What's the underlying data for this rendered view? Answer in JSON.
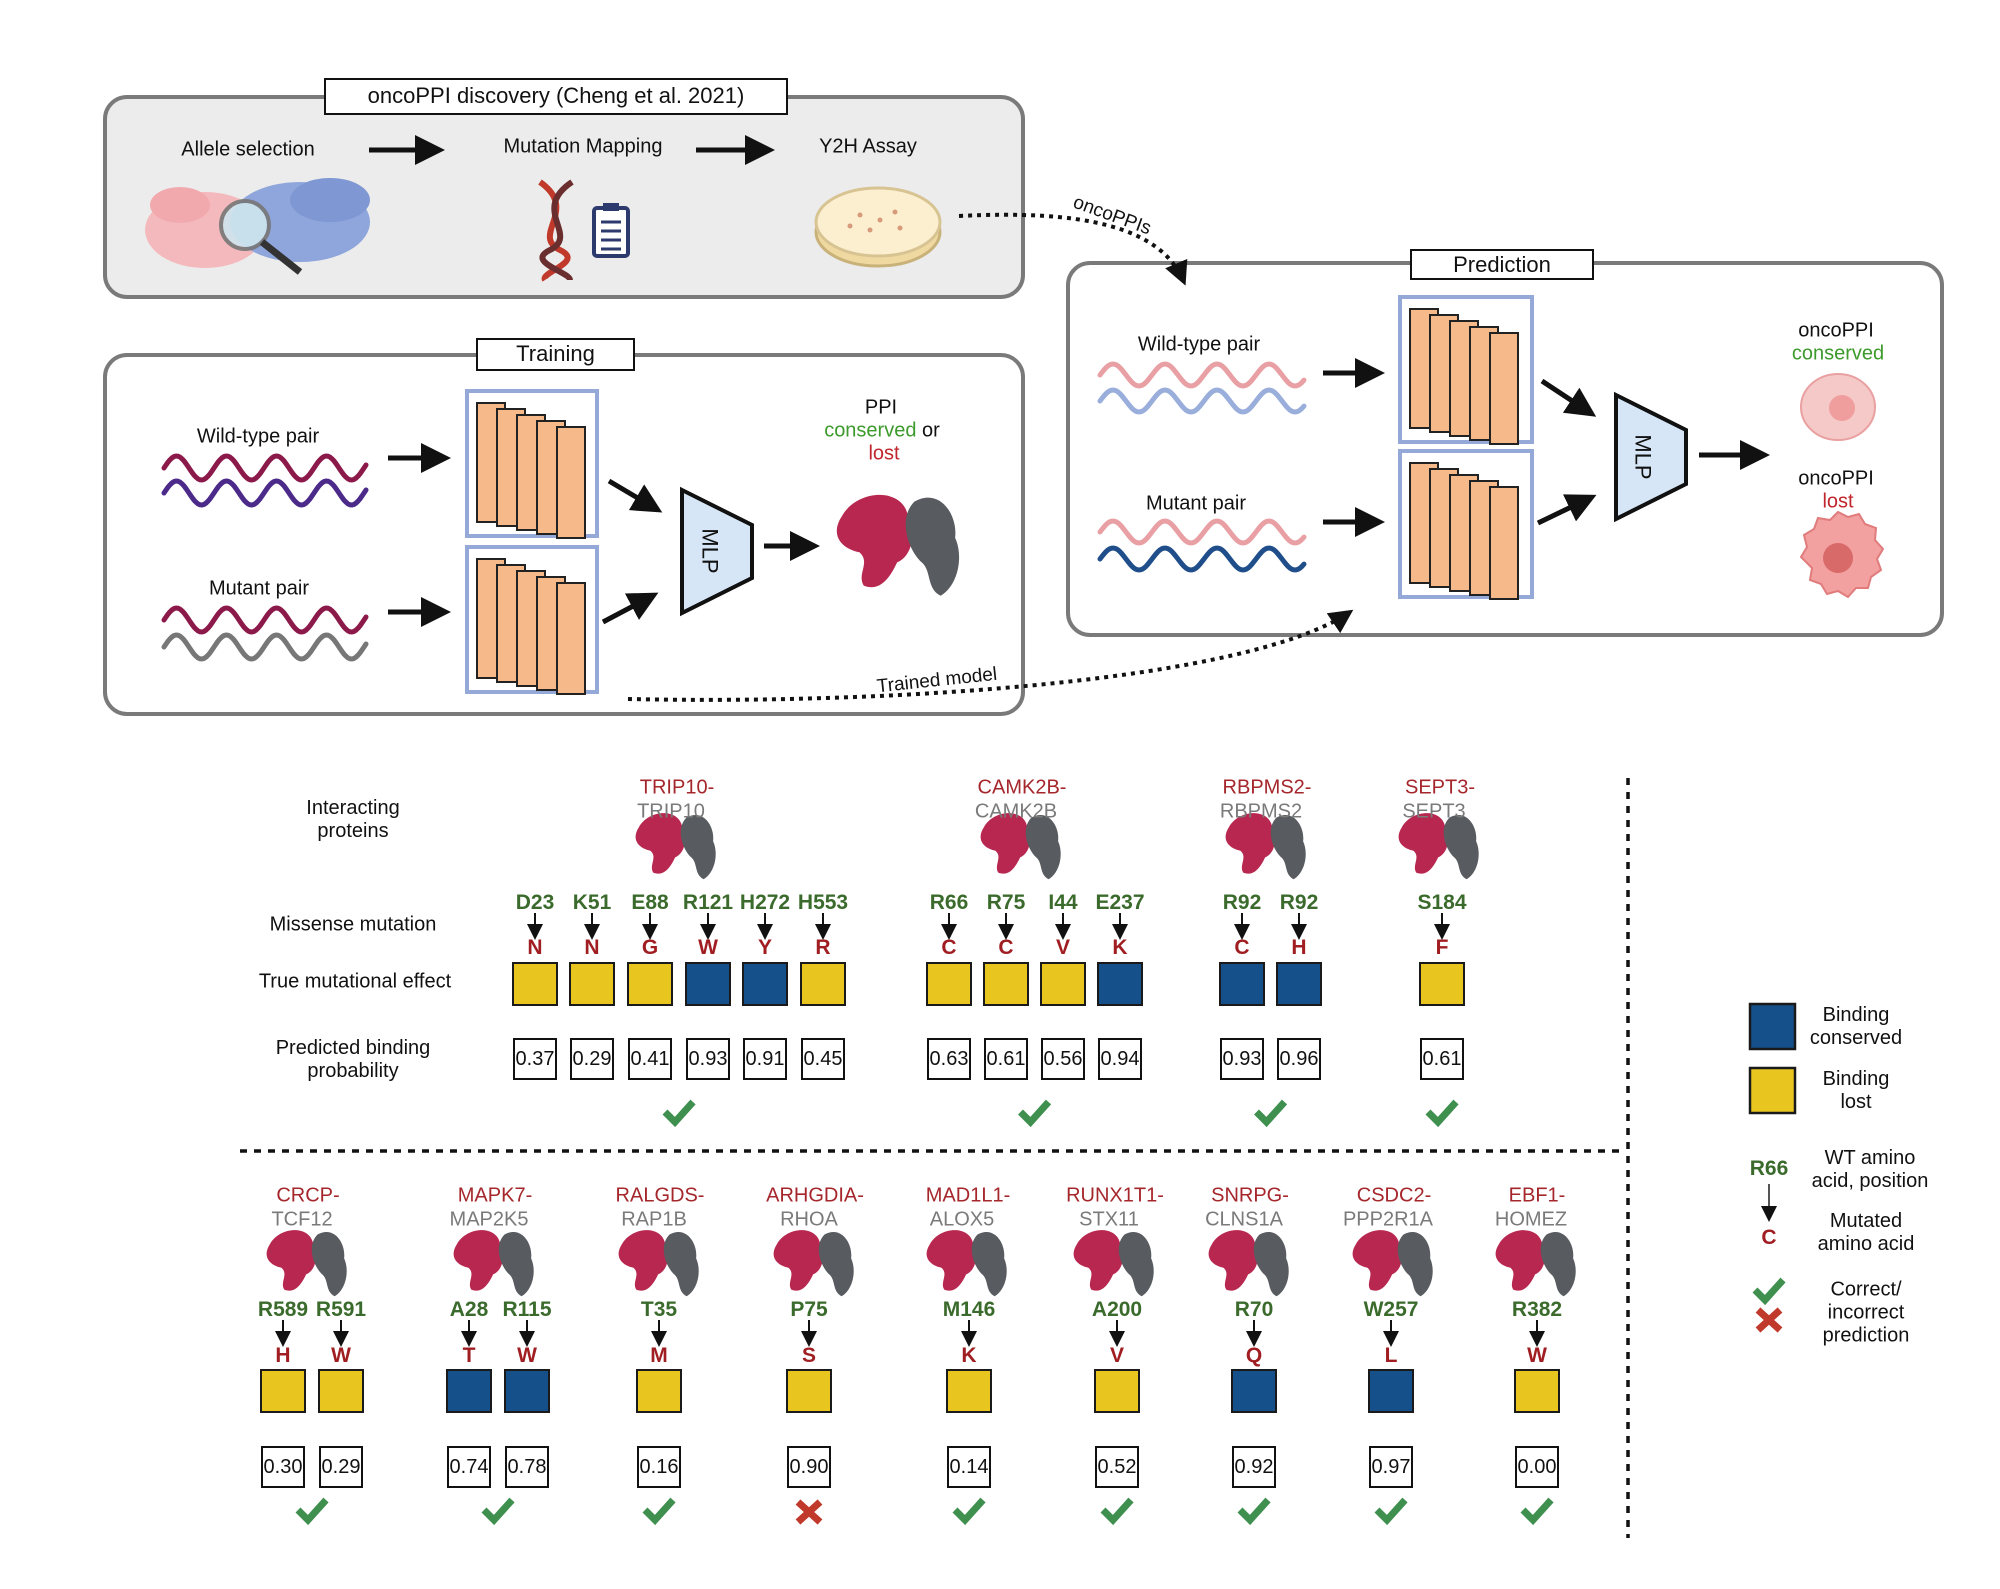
{
  "colors": {
    "binding_conserved": "#15508a",
    "binding_lost": "#e9c61f",
    "wt_amino": "#3b6b2c",
    "mutated_amino": "#a01e22",
    "conserved_text": "#3d9a2c",
    "lost_text": "#c0262b",
    "correct": "#3f8f4f",
    "incorrect": "#c0392b",
    "panel_bg": "#ececec",
    "cnn_fill": "#f5b98a",
    "cnn_border": "#94a9d8",
    "mlp_fill": "#d6e6f7"
  },
  "discovery": {
    "title": "oncoPPI discovery (Cheng et al. 2021)",
    "steps": [
      "Allele selection",
      "Mutation Mapping",
      "Y2H Assay"
    ],
    "icons": [
      "protein-structure-magnifier-icon",
      "dna-icon",
      "clipboard-icon",
      "petri-dish-icon"
    ],
    "link_label": "oncoPPIs"
  },
  "training": {
    "title": "Training",
    "wildtype_label": "Wild-type pair",
    "mutant_label": "Mutant pair",
    "mlp_label": "MLP",
    "output_line1": "PPI",
    "output_conserved": "conserved",
    "output_or": " or",
    "output_lost": "lost",
    "link_label": "Trained model"
  },
  "prediction": {
    "title": "Prediction",
    "wildtype_label": "Wild-type pair",
    "mutant_label": "Mutant pair",
    "mlp_label": "MLP",
    "out1_line1": "oncoPPI",
    "out1_line2": "conserved",
    "out2_line1": "oncoPPI",
    "out2_line2": "lost"
  },
  "row_labels": {
    "interacting": "Interacting\nproteins",
    "missense": "Missense mutation",
    "true_effect": "True mutational effect",
    "predicted": "Predicted binding\nprobability"
  },
  "groups": [
    {
      "p1": "TRIP10-",
      "p2": "TRIP10",
      "correct": true,
      "mutations": [
        {
          "wt": "D23",
          "mut": "N",
          "effect": "lost",
          "prob": "0.37"
        },
        {
          "wt": "K51",
          "mut": "N",
          "effect": "lost",
          "prob": "0.29"
        },
        {
          "wt": "E88",
          "mut": "G",
          "effect": "lost",
          "prob": "0.41"
        },
        {
          "wt": "R121",
          "mut": "W",
          "effect": "conserved",
          "prob": "0.93"
        },
        {
          "wt": "H272",
          "mut": "Y",
          "effect": "conserved",
          "prob": "0.91"
        },
        {
          "wt": "H553",
          "mut": "R",
          "effect": "lost",
          "prob": "0.45"
        }
      ]
    },
    {
      "p1": "CAMK2B-",
      "p2": "CAMK2B",
      "correct": true,
      "mutations": [
        {
          "wt": "R66",
          "mut": "C",
          "effect": "lost",
          "prob": "0.63"
        },
        {
          "wt": "R75",
          "mut": "C",
          "effect": "lost",
          "prob": "0.61"
        },
        {
          "wt": "I44",
          "mut": "V",
          "effect": "lost",
          "prob": "0.56"
        },
        {
          "wt": "E237",
          "mut": "K",
          "effect": "conserved",
          "prob": "0.94"
        }
      ]
    },
    {
      "p1": "RBPMS2-",
      "p2": "RBPMS2",
      "correct": true,
      "mutations": [
        {
          "wt": "R92",
          "mut": "C",
          "effect": "conserved",
          "prob": "0.93"
        },
        {
          "wt": "R92",
          "mut": "H",
          "effect": "conserved",
          "prob": "0.96"
        }
      ]
    },
    {
      "p1": "SEPT3-",
      "p2": "SEPT3",
      "correct": true,
      "mutations": [
        {
          "wt": "S184",
          "mut": "F",
          "effect": "lost",
          "prob": "0.61"
        }
      ]
    },
    {
      "p1": "CRCP-",
      "p2": "TCF12",
      "correct": true,
      "mutations": [
        {
          "wt": "R589",
          "mut": "H",
          "effect": "lost",
          "prob": "0.30"
        },
        {
          "wt": "R591",
          "mut": "W",
          "effect": "lost",
          "prob": "0.29"
        }
      ]
    },
    {
      "p1": "MAPK7-",
      "p2": "MAP2K5",
      "correct": true,
      "mutations": [
        {
          "wt": "A28",
          "mut": "T",
          "effect": "conserved",
          "prob": "0.74"
        },
        {
          "wt": "R115",
          "mut": "W",
          "effect": "conserved",
          "prob": "0.78"
        }
      ]
    },
    {
      "p1": "RALGDS-",
      "p2": "RAP1B",
      "correct": true,
      "mutations": [
        {
          "wt": "T35",
          "mut": "M",
          "effect": "lost",
          "prob": "0.16"
        }
      ]
    },
    {
      "p1": "ARHGDIA-",
      "p2": "RHOA",
      "correct": false,
      "mutations": [
        {
          "wt": "P75",
          "mut": "S",
          "effect": "lost",
          "prob": "0.90"
        }
      ]
    },
    {
      "p1": "MAD1L1-",
      "p2": "ALOX5",
      "correct": true,
      "mutations": [
        {
          "wt": "M146",
          "mut": "K",
          "effect": "lost",
          "prob": "0.14"
        }
      ]
    },
    {
      "p1": "RUNX1T1-",
      "p2": "STX11",
      "correct": true,
      "mutations": [
        {
          "wt": "A200",
          "mut": "V",
          "effect": "lost",
          "prob": "0.52"
        }
      ]
    },
    {
      "p1": "SNRPG-",
      "p2": "CLNS1A",
      "correct": true,
      "mutations": [
        {
          "wt": "R70",
          "mut": "Q",
          "effect": "conserved",
          "prob": "0.92"
        }
      ]
    },
    {
      "p1": "CSDC2-",
      "p2": "PPP2R1A",
      "correct": true,
      "mutations": [
        {
          "wt": "W257",
          "mut": "L",
          "effect": "conserved",
          "prob": "0.97"
        }
      ]
    },
    {
      "p1": "EBF1-",
      "p2": "HOMEZ",
      "correct": true,
      "mutations": [
        {
          "wt": "R382",
          "mut": "W",
          "effect": "lost",
          "prob": "0.00"
        }
      ]
    }
  ],
  "legend": {
    "conserved": "Binding\nconserved",
    "lost": "Binding\nlost",
    "wt_example": "R66",
    "mut_example": "C",
    "wt_desc": "WT amino\nacid, position",
    "mut_desc": "Mutated\namino acid",
    "pred_desc": "Correct/\nincorrect\nprediction"
  }
}
